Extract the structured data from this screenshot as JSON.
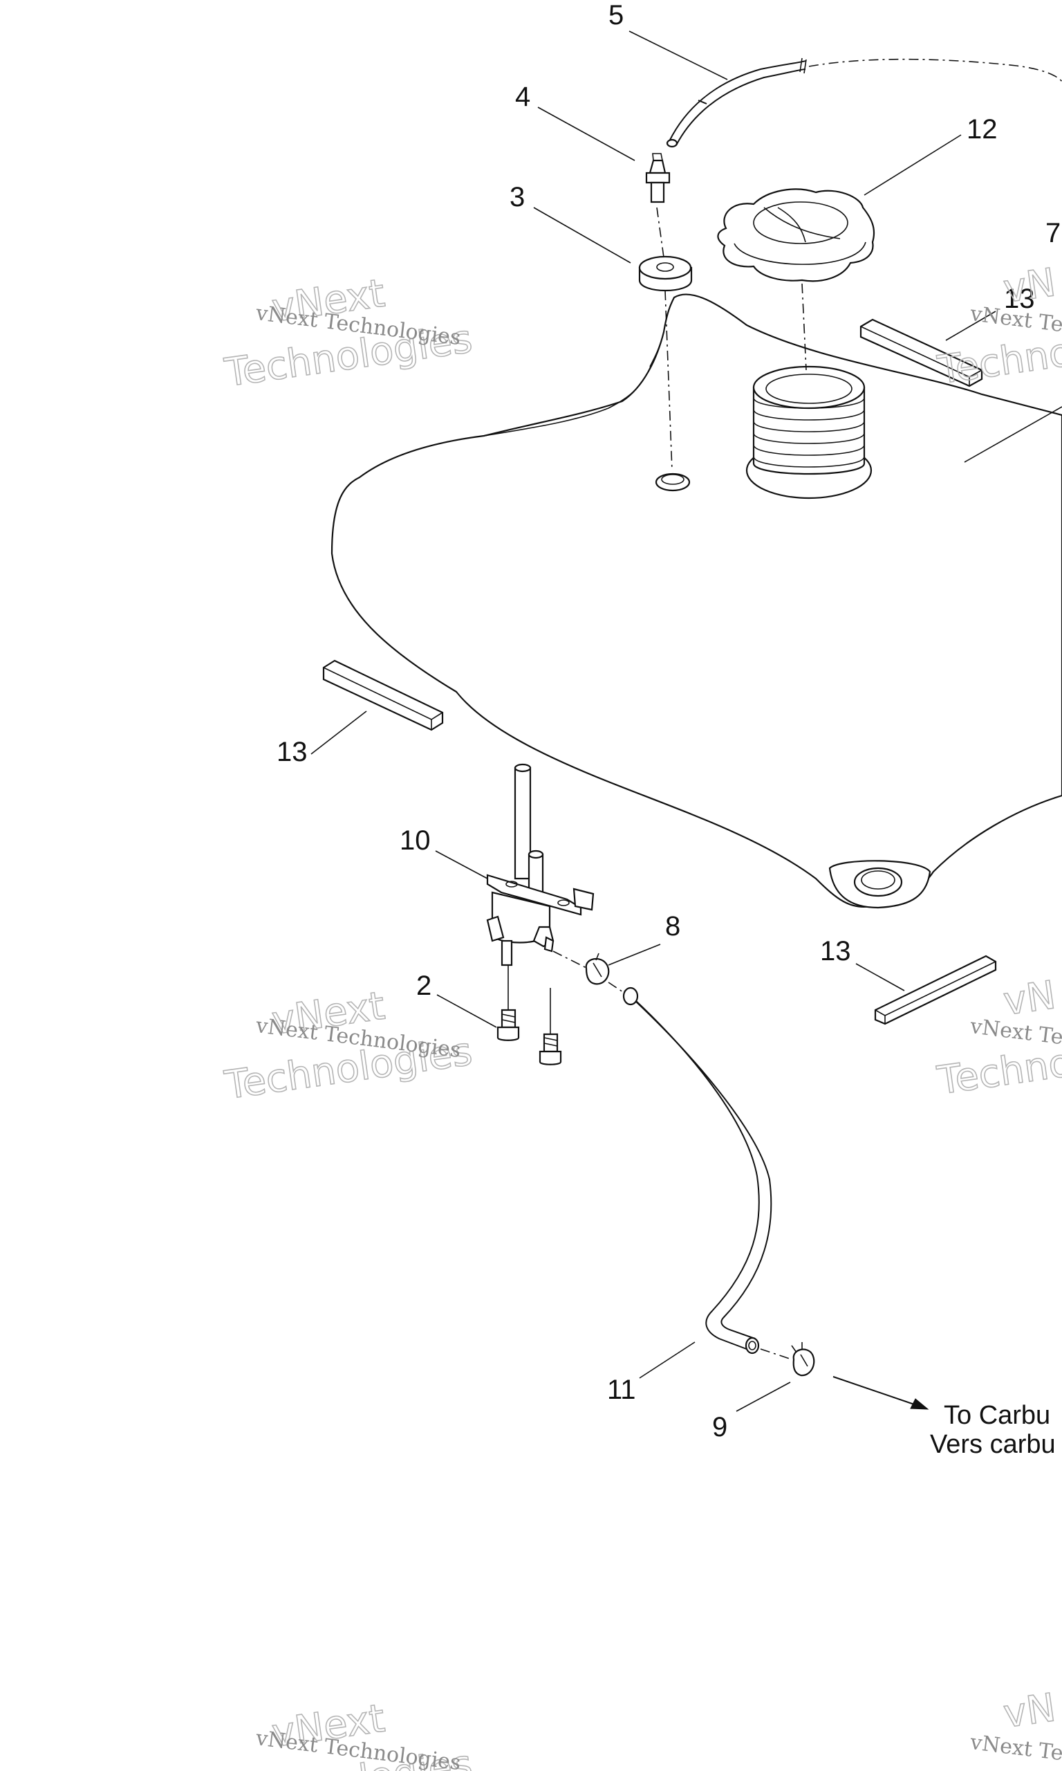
{
  "labels": {
    "l2": "2",
    "l3": "3",
    "l4": "4",
    "l5": "5",
    "l7": "7",
    "l8": "8",
    "l9": "9",
    "l10": "10",
    "l11": "11",
    "l12": "12",
    "l13a": "13",
    "l13b": "13",
    "l13c": "13"
  },
  "destination": {
    "line1": "To Carbu",
    "line2": "Vers carbu"
  },
  "watermark": {
    "small": "vNext Technologies",
    "big1": "vNext",
    "big2": "Technologies",
    "edge_small": "vNext Te",
    "edge_big": "Technol",
    "edge_partial": "vN"
  }
}
